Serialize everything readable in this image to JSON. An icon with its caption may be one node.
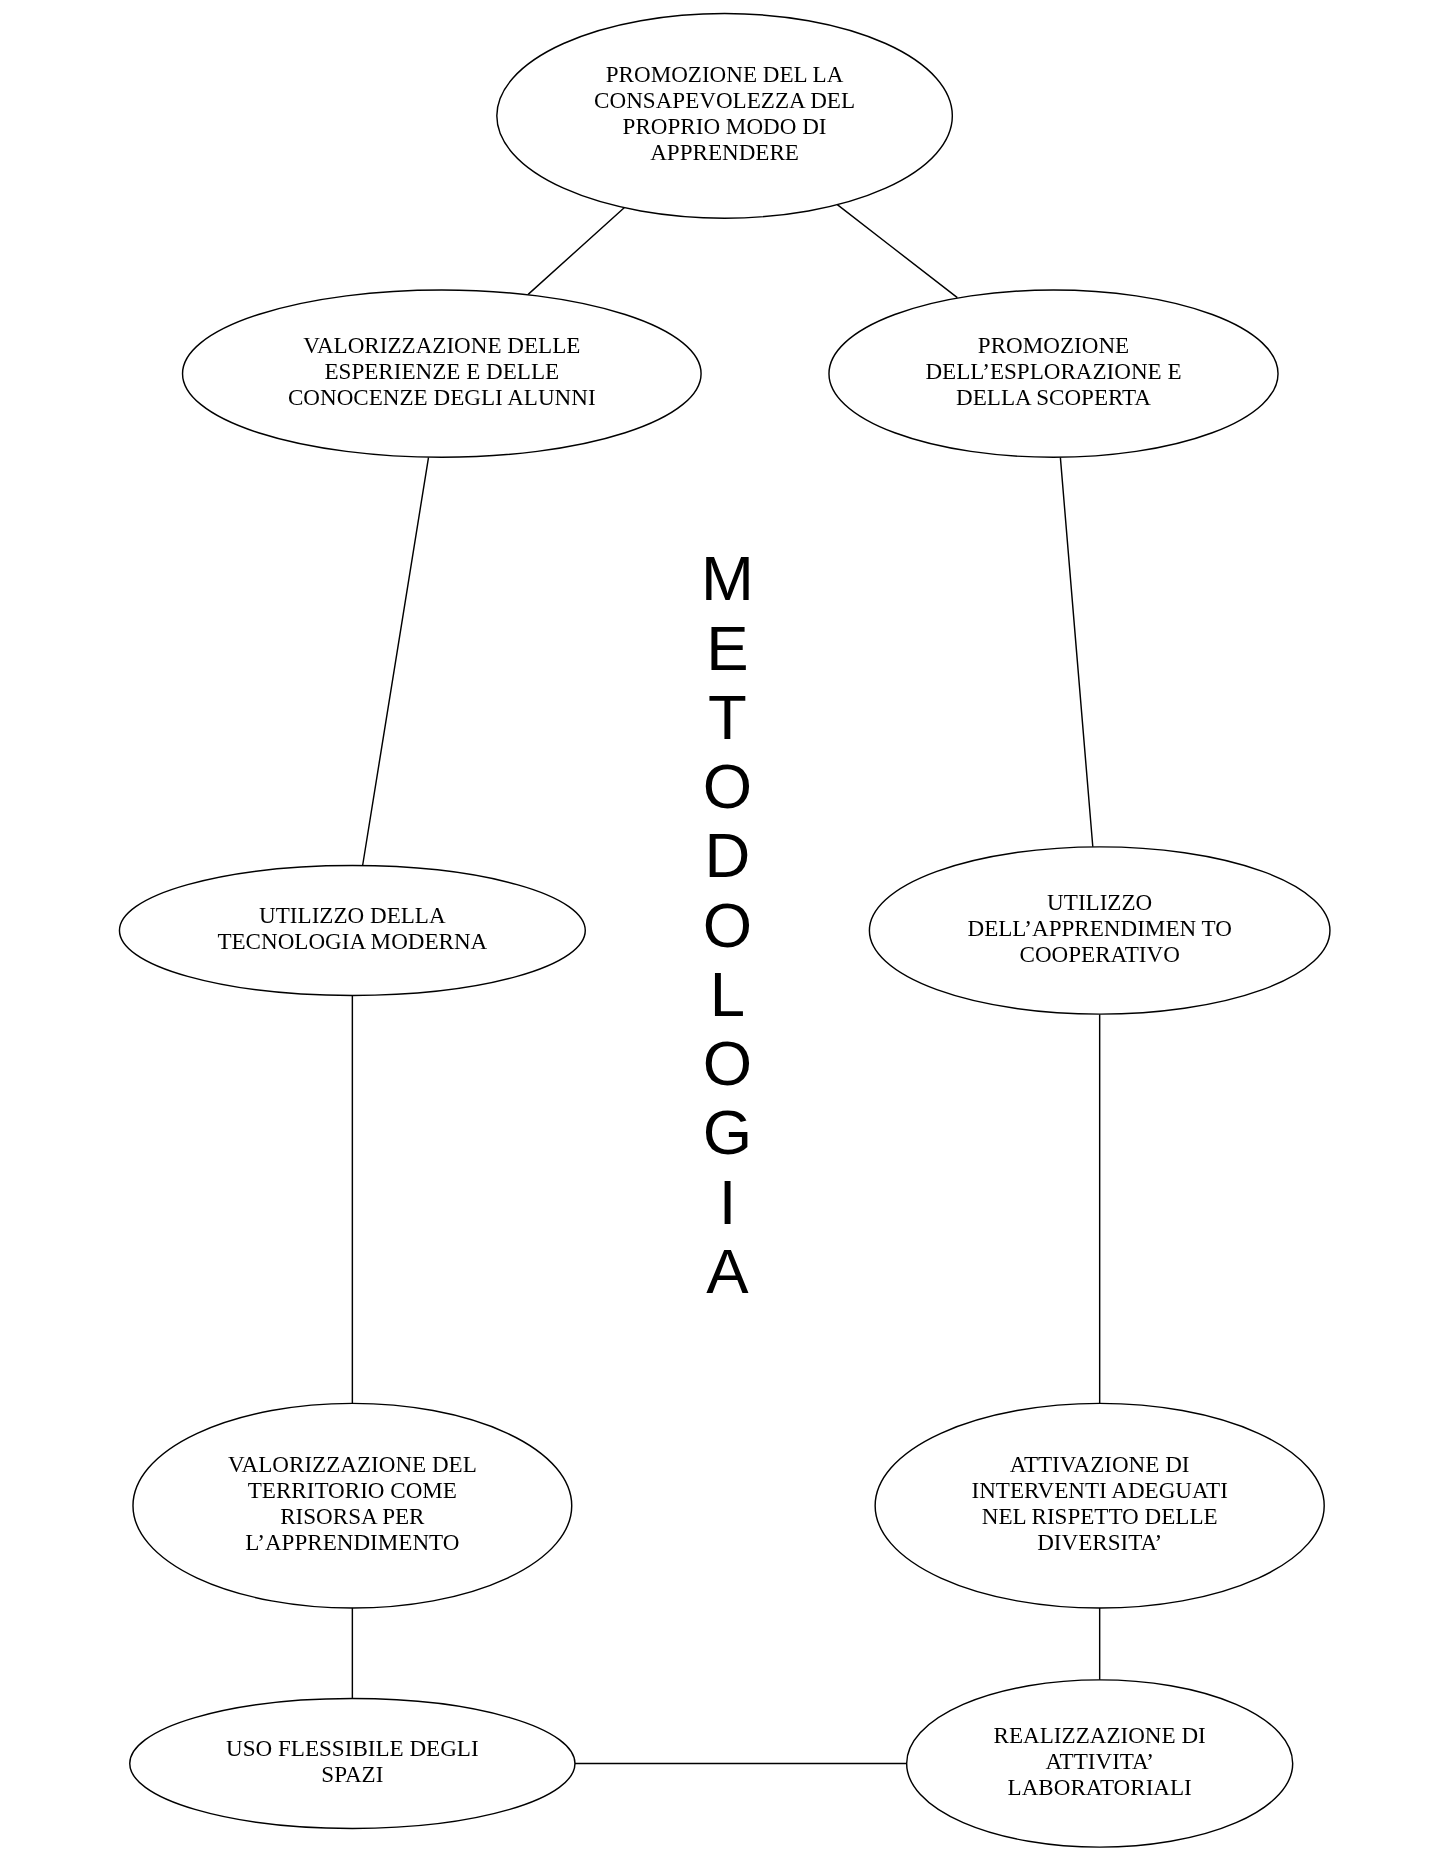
{
  "diagram": {
    "nodes": [
      {
        "text": [
          "PROMOZIONE DEL LA CONSAPEVOLEZZA DEL PROPRIO MODO DI APPRENDERE"
        ]
      },
      {
        "text": [
          "VALORIZZAZIONE DELLE ESPERIENZE E DELLE CONOCENZE DEGLI ALUNNI"
        ]
      },
      {
        "text": [
          "PROMOZIONE DELL’ESPLORAZIONE E DELLA SCOPERTA"
        ]
      },
      {
        "text": [
          "UTILIZZO DELLA TECNOLOGIA MODERNA"
        ]
      },
      {
        "text": [
          "UTILIZZO DELL’APPRENDIMEN TO COOPERATIVO"
        ]
      },
      {
        "text": [
          "VALORIZZAZIONE DEL TERRITORIO COME RISORSA PER L’APPRENDIMENTO"
        ]
      },
      {
        "text": [
          "ATTIVAZIONE DI INTERVENTI ADEGUATI NEL RISPETTO DELLE DIVERSITA’"
        ]
      },
      {
        "text": [
          "USO FLESSIBILE DEGLI SPAZI"
        ]
      },
      {
        "text": [
          "REALIZZAZIONE DI ATTIVITA’ LABORATORIALI"
        ]
      }
    ],
    "edges": [
      {
        "from": 0,
        "to": 1,
        "arrow": "none"
      },
      {
        "from": 0,
        "to": 2,
        "arrow": "none"
      },
      {
        "from": 1,
        "to": 3,
        "arrow": "none"
      },
      {
        "from": 2,
        "to": 4,
        "arrow": "none"
      },
      {
        "from": 3,
        "to": 5,
        "arrow": "none"
      },
      {
        "from": 4,
        "to": 6,
        "arrow": "none"
      },
      {
        "from": 5,
        "to": 7,
        "arrow": "none"
      },
      {
        "from": 6,
        "to": 8,
        "arrow": "none"
      },
      {
        "from": 7,
        "to": 8,
        "arrow": "none"
      }
    ],
    "labels": [
      "METODOLOGIA"
    ]
  }
}
